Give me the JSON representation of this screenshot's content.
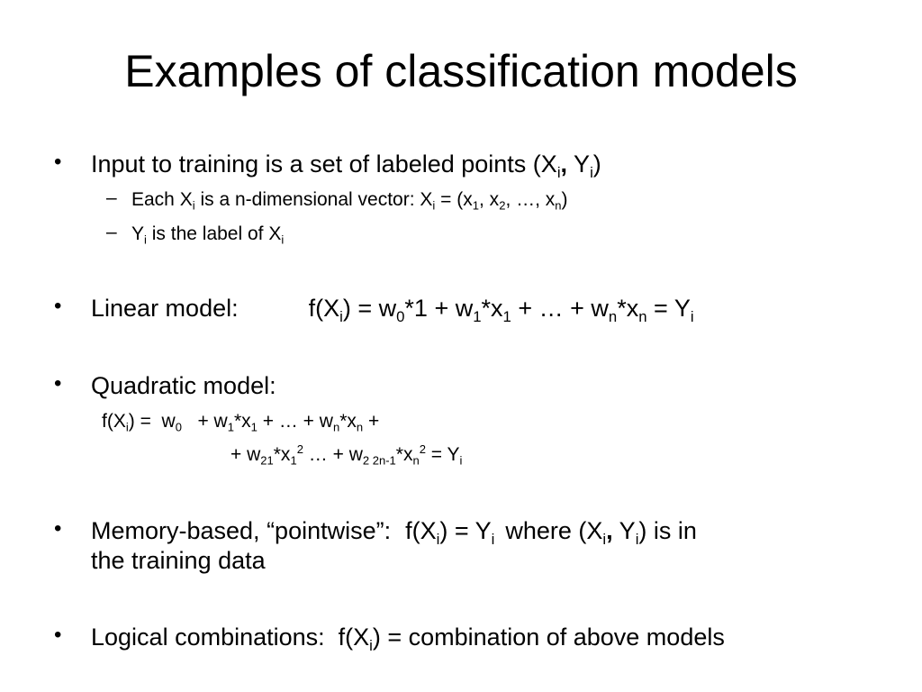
{
  "slide": {
    "title": "Examples of classification models",
    "bullet_char": "•",
    "dash_char": "–",
    "b1": {
      "text": "Input to training is a set of labeled points (X",
      "sub1": "i",
      "comma": ",",
      "text2": " Y",
      "sub2": "i",
      "text3": ")"
    },
    "b1s1": {
      "p1": "Each X",
      "s1": "i",
      "p2": " is a n-dimensional vector: X",
      "s2": "i",
      "p3": " = (x",
      "s3": "1",
      "p4": ", x",
      "s4": "2",
      "p5": ", …, x",
      "s5": "n",
      "p6": ")"
    },
    "b1s2": {
      "p1": "Y",
      "s1": "i",
      "p2": " is the label of X",
      "s2": "i"
    },
    "b2": {
      "label": "Linear model:",
      "p1": "f(X",
      "s1": "i",
      "p2": ") = w",
      "s2": "0",
      "p3": "*1 + w",
      "s3": "1",
      "p4": "*x",
      "s4": "1",
      "p5": " + … + w",
      "s5": "n",
      "p6": "*x",
      "s6": "n",
      "p7": " = Y",
      "s7": "i"
    },
    "b3": {
      "label": "Quadratic model:",
      "f1": {
        "p1": "f(X",
        "s1": "i",
        "p2": ") =  w",
        "s2": "0",
        "p3": "   + w",
        "s3": "1",
        "p4": "*x",
        "s4": "1",
        "p5": " + … + w",
        "s5": "n",
        "p6": "*x",
        "s6": "n",
        "p7": " +"
      },
      "f2": {
        "p1": "+ w",
        "s1": "21",
        "p2": "*x",
        "s2": "1",
        "sup2": "2",
        "p3": " … + w",
        "s3": "2 2n-1",
        "p4": "*x",
        "s4": "n",
        "sup4": "2",
        "p5": " = Y",
        "s5": "i"
      }
    },
    "b4": {
      "p1": "Memory-based, “pointwise”:",
      "p2": "f(X",
      "s2": "i",
      "p3": ") = Y",
      "s3": "i",
      "p4": "where (X",
      "s4": "i",
      "comma": ",",
      "p5": " Y",
      "s5": "i",
      "p6": ") is in",
      "line2": "the training data"
    },
    "b5": {
      "p1": "Logical combinations:  f(X",
      "s1": "i",
      "p2": ") = combination of above models"
    }
  }
}
